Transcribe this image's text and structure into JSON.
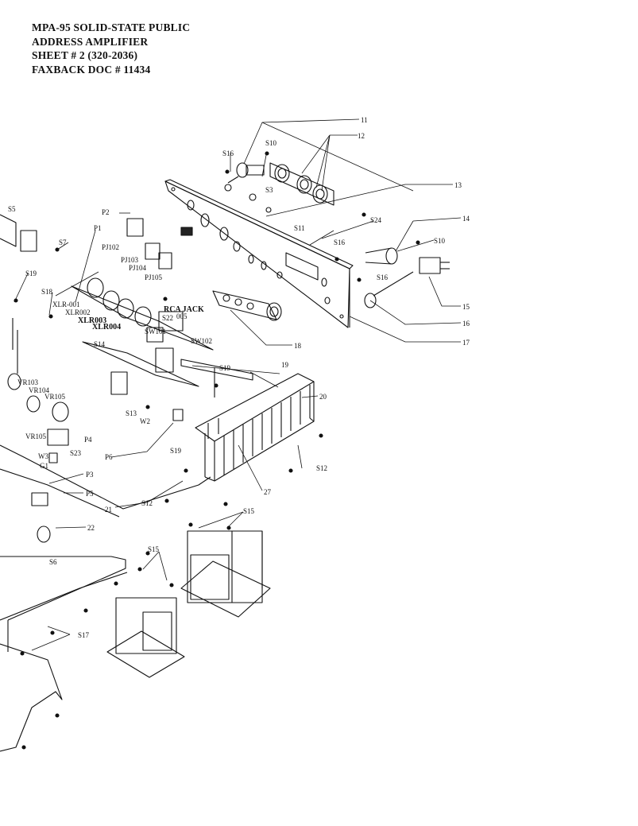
{
  "header": {
    "line1": "MPA-95 SOLID-STATE PUBLIC",
    "line2": "ADDRESS AMPLIFIER",
    "line3": "SHEET # 2  (320-2036)",
    "line4": "FAXBACK DOC # 11434"
  },
  "callouts": {
    "c11": "11",
    "c12": "12",
    "c13": "13",
    "c14": "14",
    "c15": "15",
    "c16": "16",
    "c17": "17",
    "c18": "18",
    "c19": "19",
    "c20": "20",
    "c21": "21",
    "c22": "22",
    "c27": "27",
    "s3": "S3",
    "s5": "S5",
    "s6": "S6",
    "s7": "S7",
    "s10a": "S10",
    "s10b": "S10",
    "s11": "S11",
    "s12a": "S12",
    "s12b": "S12",
    "s13": "S13",
    "s14": "S14",
    "s15a": "S15",
    "s15b": "S15",
    "s16a": "S16",
    "s16b": "S16",
    "s16c": "S16",
    "s17": "S17",
    "s18": "S18",
    "s19a": "S19",
    "s19b": "S19",
    "s19c": "S19",
    "s22": "S22",
    "s23": "S23",
    "s24": "S24",
    "p1": "P1",
    "p2": "P2",
    "p3": "P3",
    "p4": "P4",
    "p5": "P5",
    "p6": "P6",
    "pj102": "PJ102",
    "pj103": "PJ103",
    "pj104": "PJ104",
    "pj105": "PJ105",
    "xlr001": "XLR-001",
    "xlr002": "XLR002",
    "xlr003": "XLR003",
    "xlr004": "XLR004",
    "rcajack": "RCA JACK",
    "rca005": "005",
    "sw101": "SW101",
    "sw102": "SW102",
    "vr103": "VR103",
    "vr104": "VR104",
    "vr105a": "VR105",
    "vr105b": "VR105",
    "w2": "W2",
    "w3": "W3",
    "g1": "G1"
  }
}
